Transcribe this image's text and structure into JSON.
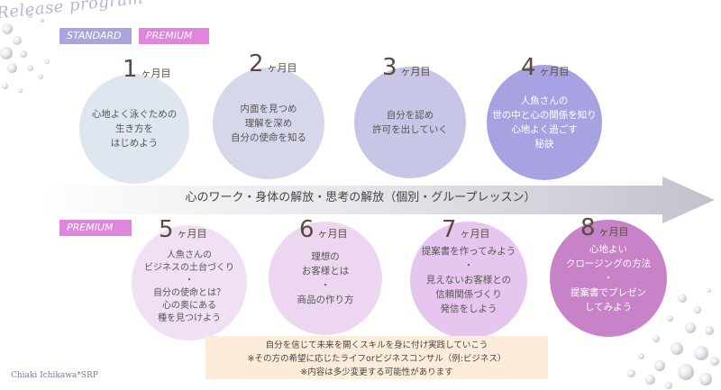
{
  "header": {
    "script_title": "Release program"
  },
  "tags": {
    "standard": "STANDARD",
    "premium": "PREMIUM",
    "premium_lower": "PREMIUM"
  },
  "months": [
    {
      "num": "1",
      "unit": "ヶ月目",
      "text": "心地よく泳ぐための\n生き方を\nはじめよう",
      "color": "#dfe6f0"
    },
    {
      "num": "2",
      "unit": "ヶ月目",
      "text": "内面を見つめ\n理解を深め\n自分の使命を知る",
      "color": "#d6d7ea"
    },
    {
      "num": "3",
      "unit": "ヶ月目",
      "text": "自分を認め\n許可を出していく",
      "color": "#c7c6e6"
    },
    {
      "num": "4",
      "unit": "ヶ月目",
      "text": "人魚さんの\n世の中と心の関係を知り\n心地よく過ごす\n秘訣",
      "color": "#a7a3e2"
    },
    {
      "num": "5",
      "unit": "ヶ月目",
      "text": "人魚さんの\nビジネスの土台づくり\n・\n自分の使命とは？\n心の奥にある\n種を見つけよう",
      "color": "#f0e0f3"
    },
    {
      "num": "6",
      "unit": "ヶ月目",
      "text": "理想の\nお客様とは\n・\n商品の作り方",
      "color": "#ecd6f0"
    },
    {
      "num": "7",
      "unit": "ヶ月目",
      "text": "提案書を作ってみよう\n・\n見えないお客様との\n信頼関係づくり\n発信をしよう",
      "color": "#e6c6ee"
    },
    {
      "num": "8",
      "unit": "ヶ月目",
      "text": "心地よい\nクロージングの方法\n・\n提案書でプレゼン\nしてみよう",
      "color": "#c882c8"
    }
  ],
  "band": {
    "text": "心のワーク・身体の解放・思考の解放（個別・グループレッスン）"
  },
  "notes": [
    "自分を信じて未来を開くスキルを身に付け実践していこう",
    "※その方の希望に応じたライフorビジネスコンサル（例:ビジネス）",
    "※内容は多少変更する可能性があります"
  ],
  "credit": "Chiaki Ichikawa*SRP"
}
